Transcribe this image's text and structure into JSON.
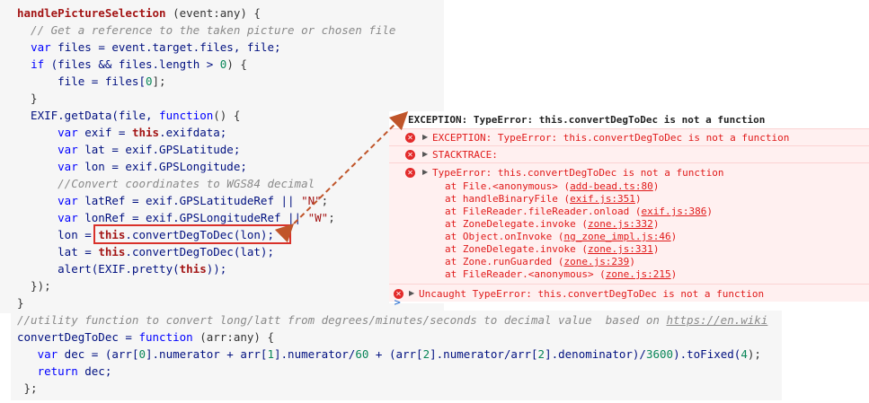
{
  "code_block1": [
    [
      {
        "t": "handlePictureSelection",
        "c": "fn"
      },
      {
        "t": " (event:any) {",
        "c": ""
      }
    ],
    [
      {
        "t": "  // Get a reference to the taken picture or chosen file",
        "c": "cm"
      }
    ],
    [
      {
        "t": "  ",
        "c": ""
      },
      {
        "t": "var",
        "c": "kw"
      },
      {
        "t": " files = event.target.files, file;",
        "c": "var"
      }
    ],
    [
      {
        "t": "  ",
        "c": ""
      },
      {
        "t": "if",
        "c": "kw"
      },
      {
        "t": " (files && files.length > ",
        "c": "var"
      },
      {
        "t": "0",
        "c": "num"
      },
      {
        "t": ") {",
        "c": ""
      }
    ],
    [
      {
        "t": "      file = files[",
        "c": "var"
      },
      {
        "t": "0",
        "c": "num"
      },
      {
        "t": "];",
        "c": ""
      }
    ],
    [
      {
        "t": "  }",
        "c": ""
      }
    ],
    [
      {
        "t": "  EXIF.getData(file, ",
        "c": "var"
      },
      {
        "t": "function",
        "c": "kw"
      },
      {
        "t": "() {",
        "c": ""
      }
    ],
    [
      {
        "t": "      ",
        "c": ""
      },
      {
        "t": "var",
        "c": "kw"
      },
      {
        "t": " exif = ",
        "c": "var"
      },
      {
        "t": "this",
        "c": "fn"
      },
      {
        "t": ".exifdata;",
        "c": "var"
      }
    ],
    [
      {
        "t": "      ",
        "c": ""
      },
      {
        "t": "var",
        "c": "kw"
      },
      {
        "t": " lat = exif.GPSLatitude;",
        "c": "var"
      }
    ],
    [
      {
        "t": "      ",
        "c": ""
      },
      {
        "t": "var",
        "c": "kw"
      },
      {
        "t": " lon = exif.GPSLongitude;",
        "c": "var"
      }
    ],
    [
      {
        "t": "      //Convert coordinates to WGS84 decimal",
        "c": "cm"
      }
    ],
    [
      {
        "t": "      ",
        "c": ""
      },
      {
        "t": "var",
        "c": "kw"
      },
      {
        "t": " latRef = exif.GPSLatitudeRef || ",
        "c": "var"
      },
      {
        "t": "\"N\"",
        "c": "str"
      },
      {
        "t": ";",
        "c": ""
      }
    ],
    [
      {
        "t": "      ",
        "c": ""
      },
      {
        "t": "var",
        "c": "kw"
      },
      {
        "t": " lonRef = exif.GPSLongitudeRef || ",
        "c": "var"
      },
      {
        "t": "\"W\"",
        "c": "str"
      },
      {
        "t": ";",
        "c": ""
      }
    ],
    [
      {
        "t": "      lon = ",
        "c": "var"
      },
      {
        "t": "this",
        "c": "fn"
      },
      {
        "t": ".convertDegToDec(lon);",
        "c": "var"
      }
    ],
    [
      {
        "t": "      lat = ",
        "c": "var"
      },
      {
        "t": "this",
        "c": "fn"
      },
      {
        "t": ".convertDegToDec(lat);",
        "c": "var"
      }
    ],
    [
      {
        "t": "      alert(EXIF.pretty(",
        "c": "var"
      },
      {
        "t": "this",
        "c": "fn"
      },
      {
        "t": "));",
        "c": "var"
      }
    ],
    [
      {
        "t": "  });",
        "c": ""
      }
    ],
    [
      {
        "t": "}",
        "c": ""
      }
    ]
  ],
  "code_block2": [
    [
      {
        "t": "//utility function to convert long/latt from degrees/minutes/seconds to decimal value  based on ",
        "c": "cm"
      },
      {
        "t": "https://en.wiki",
        "c": "cm link"
      }
    ],
    [
      {
        "t": "convertDegToDec = ",
        "c": "var"
      },
      {
        "t": "function",
        "c": "kw"
      },
      {
        "t": " (arr:any) {",
        "c": ""
      }
    ],
    [
      {
        "t": "   ",
        "c": ""
      },
      {
        "t": "var",
        "c": "kw"
      },
      {
        "t": " dec = (arr[",
        "c": "var"
      },
      {
        "t": "0",
        "c": "num"
      },
      {
        "t": "].numerator + arr[",
        "c": "var"
      },
      {
        "t": "1",
        "c": "num"
      },
      {
        "t": "].numerator/",
        "c": "var"
      },
      {
        "t": "60",
        "c": "num"
      },
      {
        "t": " + (arr[",
        "c": "var"
      },
      {
        "t": "2",
        "c": "num"
      },
      {
        "t": "].numerator/arr[",
        "c": "var"
      },
      {
        "t": "2",
        "c": "num"
      },
      {
        "t": "].denominator)/",
        "c": "var"
      },
      {
        "t": "3600",
        "c": "num"
      },
      {
        "t": ").toFixed(",
        "c": "var"
      },
      {
        "t": "4",
        "c": "num"
      },
      {
        "t": ");",
        "c": ""
      }
    ],
    [
      {
        "t": "   ",
        "c": ""
      },
      {
        "t": "return",
        "c": "kw"
      },
      {
        "t": " dec;",
        "c": "var"
      }
    ],
    [
      {
        "t": " };",
        "c": ""
      }
    ]
  ],
  "console": {
    "header": "EXCEPTION: TypeError: this.convertDegToDec is not a function",
    "exception": "EXCEPTION: TypeError: this.convertDegToDec is not a function",
    "stacktrace": "STACKTRACE:",
    "typeerror": "TypeError: this.convertDegToDec is not a function",
    "frames": [
      {
        "text": "at File.<anonymous> (",
        "file": "add-bead.ts:80"
      },
      {
        "text": "at handleBinaryFile (",
        "file": "exif.js:351"
      },
      {
        "text": "at FileReader.fileReader.onload (",
        "file": "exif.js:386"
      },
      {
        "text": "at ZoneDelegate.invoke (",
        "file": "zone.js:332"
      },
      {
        "text": "at Object.onInvoke (",
        "file": "ng_zone_impl.js:46"
      },
      {
        "text": "at ZoneDelegate.invoke (",
        "file": "zone.js:331"
      },
      {
        "text": "at Zone.runGuarded (",
        "file": "zone.js:239"
      },
      {
        "text": "at FileReader.<anonymous> (",
        "file": "zone.js:215"
      }
    ],
    "uncaught": "Uncaught TypeError: this.convertDegToDec is not a function",
    "prompt": ">"
  },
  "colors": {
    "error_red": "#e01a1a",
    "highlight_box": "#d9312a",
    "arrow": "#c0552a"
  },
  "icons": {
    "error": "error-x-icon",
    "expand": "expand-triangle-icon"
  }
}
